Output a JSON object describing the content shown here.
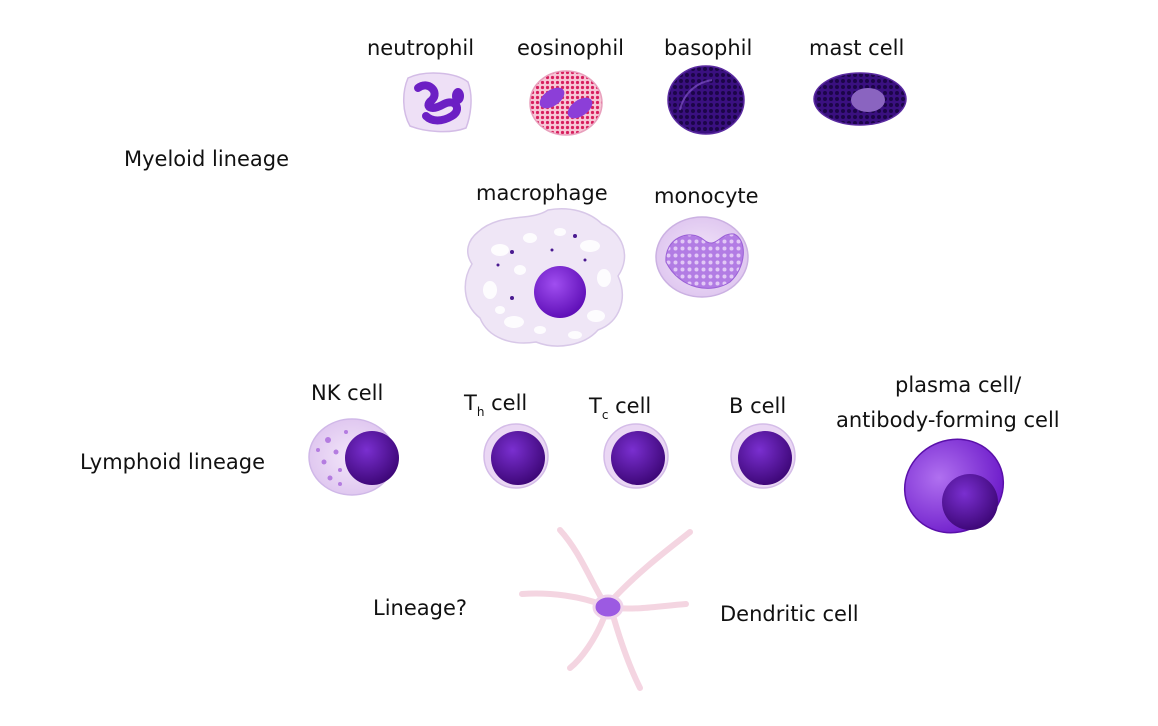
{
  "lineages": {
    "myeloid": "Myeloid lineage",
    "lymphoid": "Lymphoid lineage",
    "unknown": "Lineage?"
  },
  "cells": {
    "neutrophil": "neutrophil",
    "eosinophil": "eosinophil",
    "basophil": "basophil",
    "mast": "mast cell",
    "macrophage": "macrophage",
    "monocyte": "monocyte",
    "nk": "NK cell",
    "th_main": "T",
    "th_sub": "h",
    "th_rest": " cell",
    "tc_main": "T",
    "tc_sub": "c",
    "tc_rest": " cell",
    "b": "B cell",
    "plasma_line1": "plasma cell/",
    "plasma_line2": "antibody-forming cell",
    "dendritic": "Dendritic cell"
  },
  "colors": {
    "nucleus": "#4b0a86",
    "nucleus_light": "#8a3fd8",
    "cytoplasm": "#ead7f4",
    "eosin_granule": "#e0306a",
    "basophil_dark": "#2a0860"
  }
}
